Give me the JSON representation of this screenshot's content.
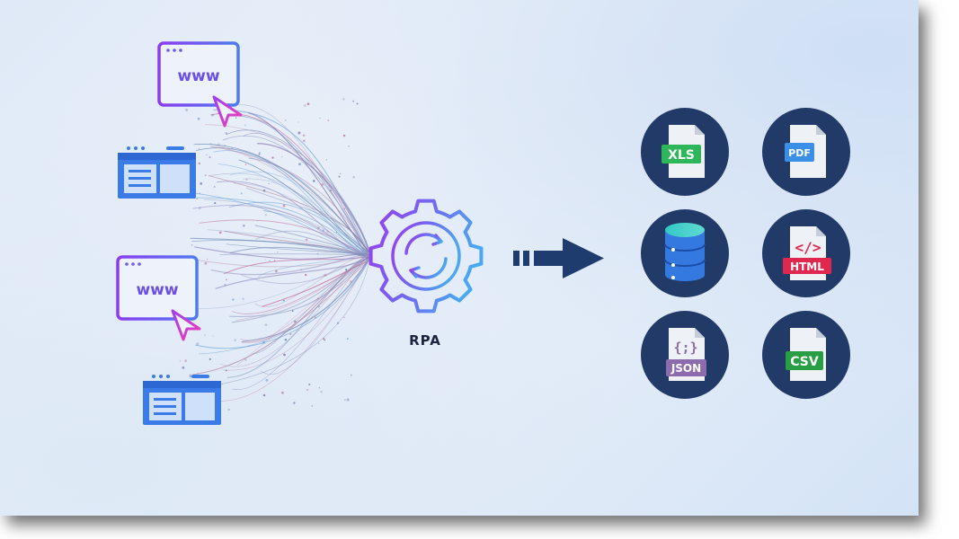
{
  "diagram": {
    "process_label": "RPA",
    "sources": [
      {
        "type": "browser-window",
        "text": "www"
      },
      {
        "type": "web-page-layout"
      },
      {
        "type": "browser-window",
        "text": "www"
      },
      {
        "type": "web-page-layout"
      }
    ],
    "outputs": [
      {
        "icon": "xls-file-icon",
        "label": "XLS"
      },
      {
        "icon": "pdf-file-icon",
        "label": "PDF"
      },
      {
        "icon": "database-icon",
        "label": ""
      },
      {
        "icon": "html-file-icon",
        "label": "HTML",
        "glyph": "</>"
      },
      {
        "icon": "json-file-icon",
        "label": "JSON",
        "glyph": "{;}"
      },
      {
        "icon": "csv-file-icon",
        "label": "CSV"
      }
    ]
  },
  "colors": {
    "circle_fill": "#223a67",
    "arrow": "#1f3c6e",
    "gear_start": "#9b3cf0",
    "gear_end": "#4aa8f0",
    "xls_green": "#2eb65a",
    "pdf_blue": "#3b8fe6",
    "html_red": "#e0284f",
    "json_purple": "#8d6cae",
    "csv_green": "#2a9e44"
  }
}
